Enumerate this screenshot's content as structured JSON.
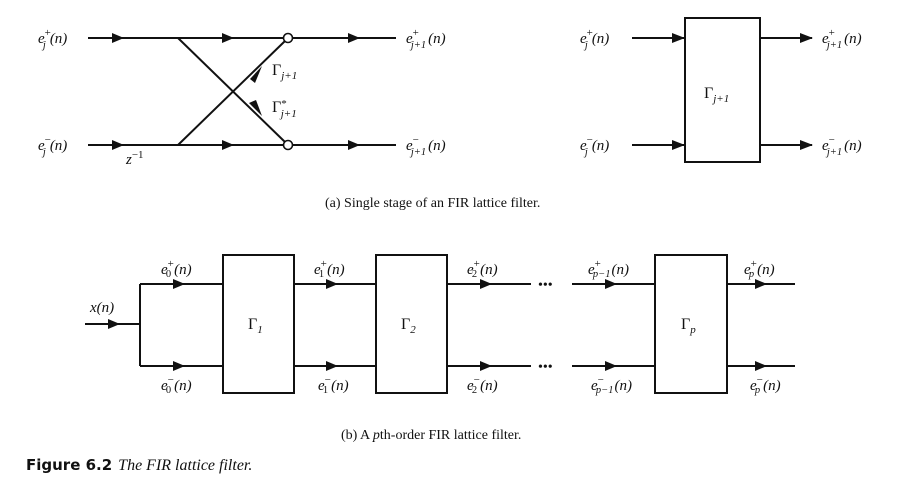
{
  "part_a": {
    "caption": "(a) Single stage of an FIR lattice filter.",
    "lattice": {
      "input_top": {
        "base": "e",
        "sub": "j",
        "sup": "+",
        "arg": "(n)"
      },
      "input_bottom": {
        "base": "e",
        "sub": "j",
        "sup": "−",
        "arg": "(n)"
      },
      "output_top": {
        "base": "e",
        "sub": "j+1",
        "sup": "+",
        "arg": "(n)"
      },
      "output_bottom": {
        "base": "e",
        "sub": "j+1",
        "sup": "−",
        "arg": "(n)"
      },
      "delay": {
        "base": "z",
        "sup": "−1"
      },
      "gain_up": {
        "base": "Γ",
        "sub": "j+1",
        "sup": ""
      },
      "gain_down": {
        "base": "Γ",
        "sub": "j+1",
        "sup": "*"
      }
    },
    "block": {
      "input_top": {
        "base": "e",
        "sub": "j",
        "sup": "+",
        "arg": "(n)"
      },
      "input_bottom": {
        "base": "e",
        "sub": "j",
        "sup": "−",
        "arg": "(n)"
      },
      "output_top": {
        "base": "e",
        "sub": "j+1",
        "sup": "+",
        "arg": "(n)"
      },
      "output_bottom": {
        "base": "e",
        "sub": "j+1",
        "sup": "−",
        "arg": "(n)"
      },
      "box": {
        "base": "Γ",
        "sub": "j+1"
      }
    }
  },
  "part_b": {
    "caption_prefix": "(b) A ",
    "caption_var": "p",
    "caption_suffix": "th-order FIR lattice filter.",
    "input": {
      "text": "x(n)"
    },
    "ellipsis": "•••",
    "stages": [
      {
        "box": {
          "base": "Γ",
          "sub": "1"
        }
      },
      {
        "box": {
          "base": "Γ",
          "sub": "2"
        }
      },
      {
        "box": {
          "base": "Γ",
          "sub": "p"
        }
      }
    ],
    "signals_top": [
      {
        "base": "e",
        "sub": "0",
        "sup": "+",
        "arg": "(n)"
      },
      {
        "base": "e",
        "sub": "1",
        "sup": "+",
        "arg": "(n)"
      },
      {
        "base": "e",
        "sub": "2",
        "sup": "+",
        "arg": "(n)"
      },
      {
        "base": "e",
        "sub": "p−1",
        "sup": "+",
        "arg": "(n)"
      },
      {
        "base": "e",
        "sub": "p",
        "sup": "+",
        "arg": "(n)"
      }
    ],
    "signals_bottom": [
      {
        "base": "e",
        "sub": "0",
        "sup": "−",
        "arg": "(n)"
      },
      {
        "base": "e",
        "sub": "1",
        "sup": "−",
        "arg": "(n)"
      },
      {
        "base": "e",
        "sub": "2",
        "sup": "−",
        "arg": "(n)"
      },
      {
        "base": "e",
        "sub": "p−1",
        "sup": "−",
        "arg": "(n)"
      },
      {
        "base": "e",
        "sub": "p",
        "sup": "−",
        "arg": "(n)"
      }
    ]
  },
  "figure": {
    "number": "Figure 6.2",
    "title": "The FIR lattice filter."
  }
}
